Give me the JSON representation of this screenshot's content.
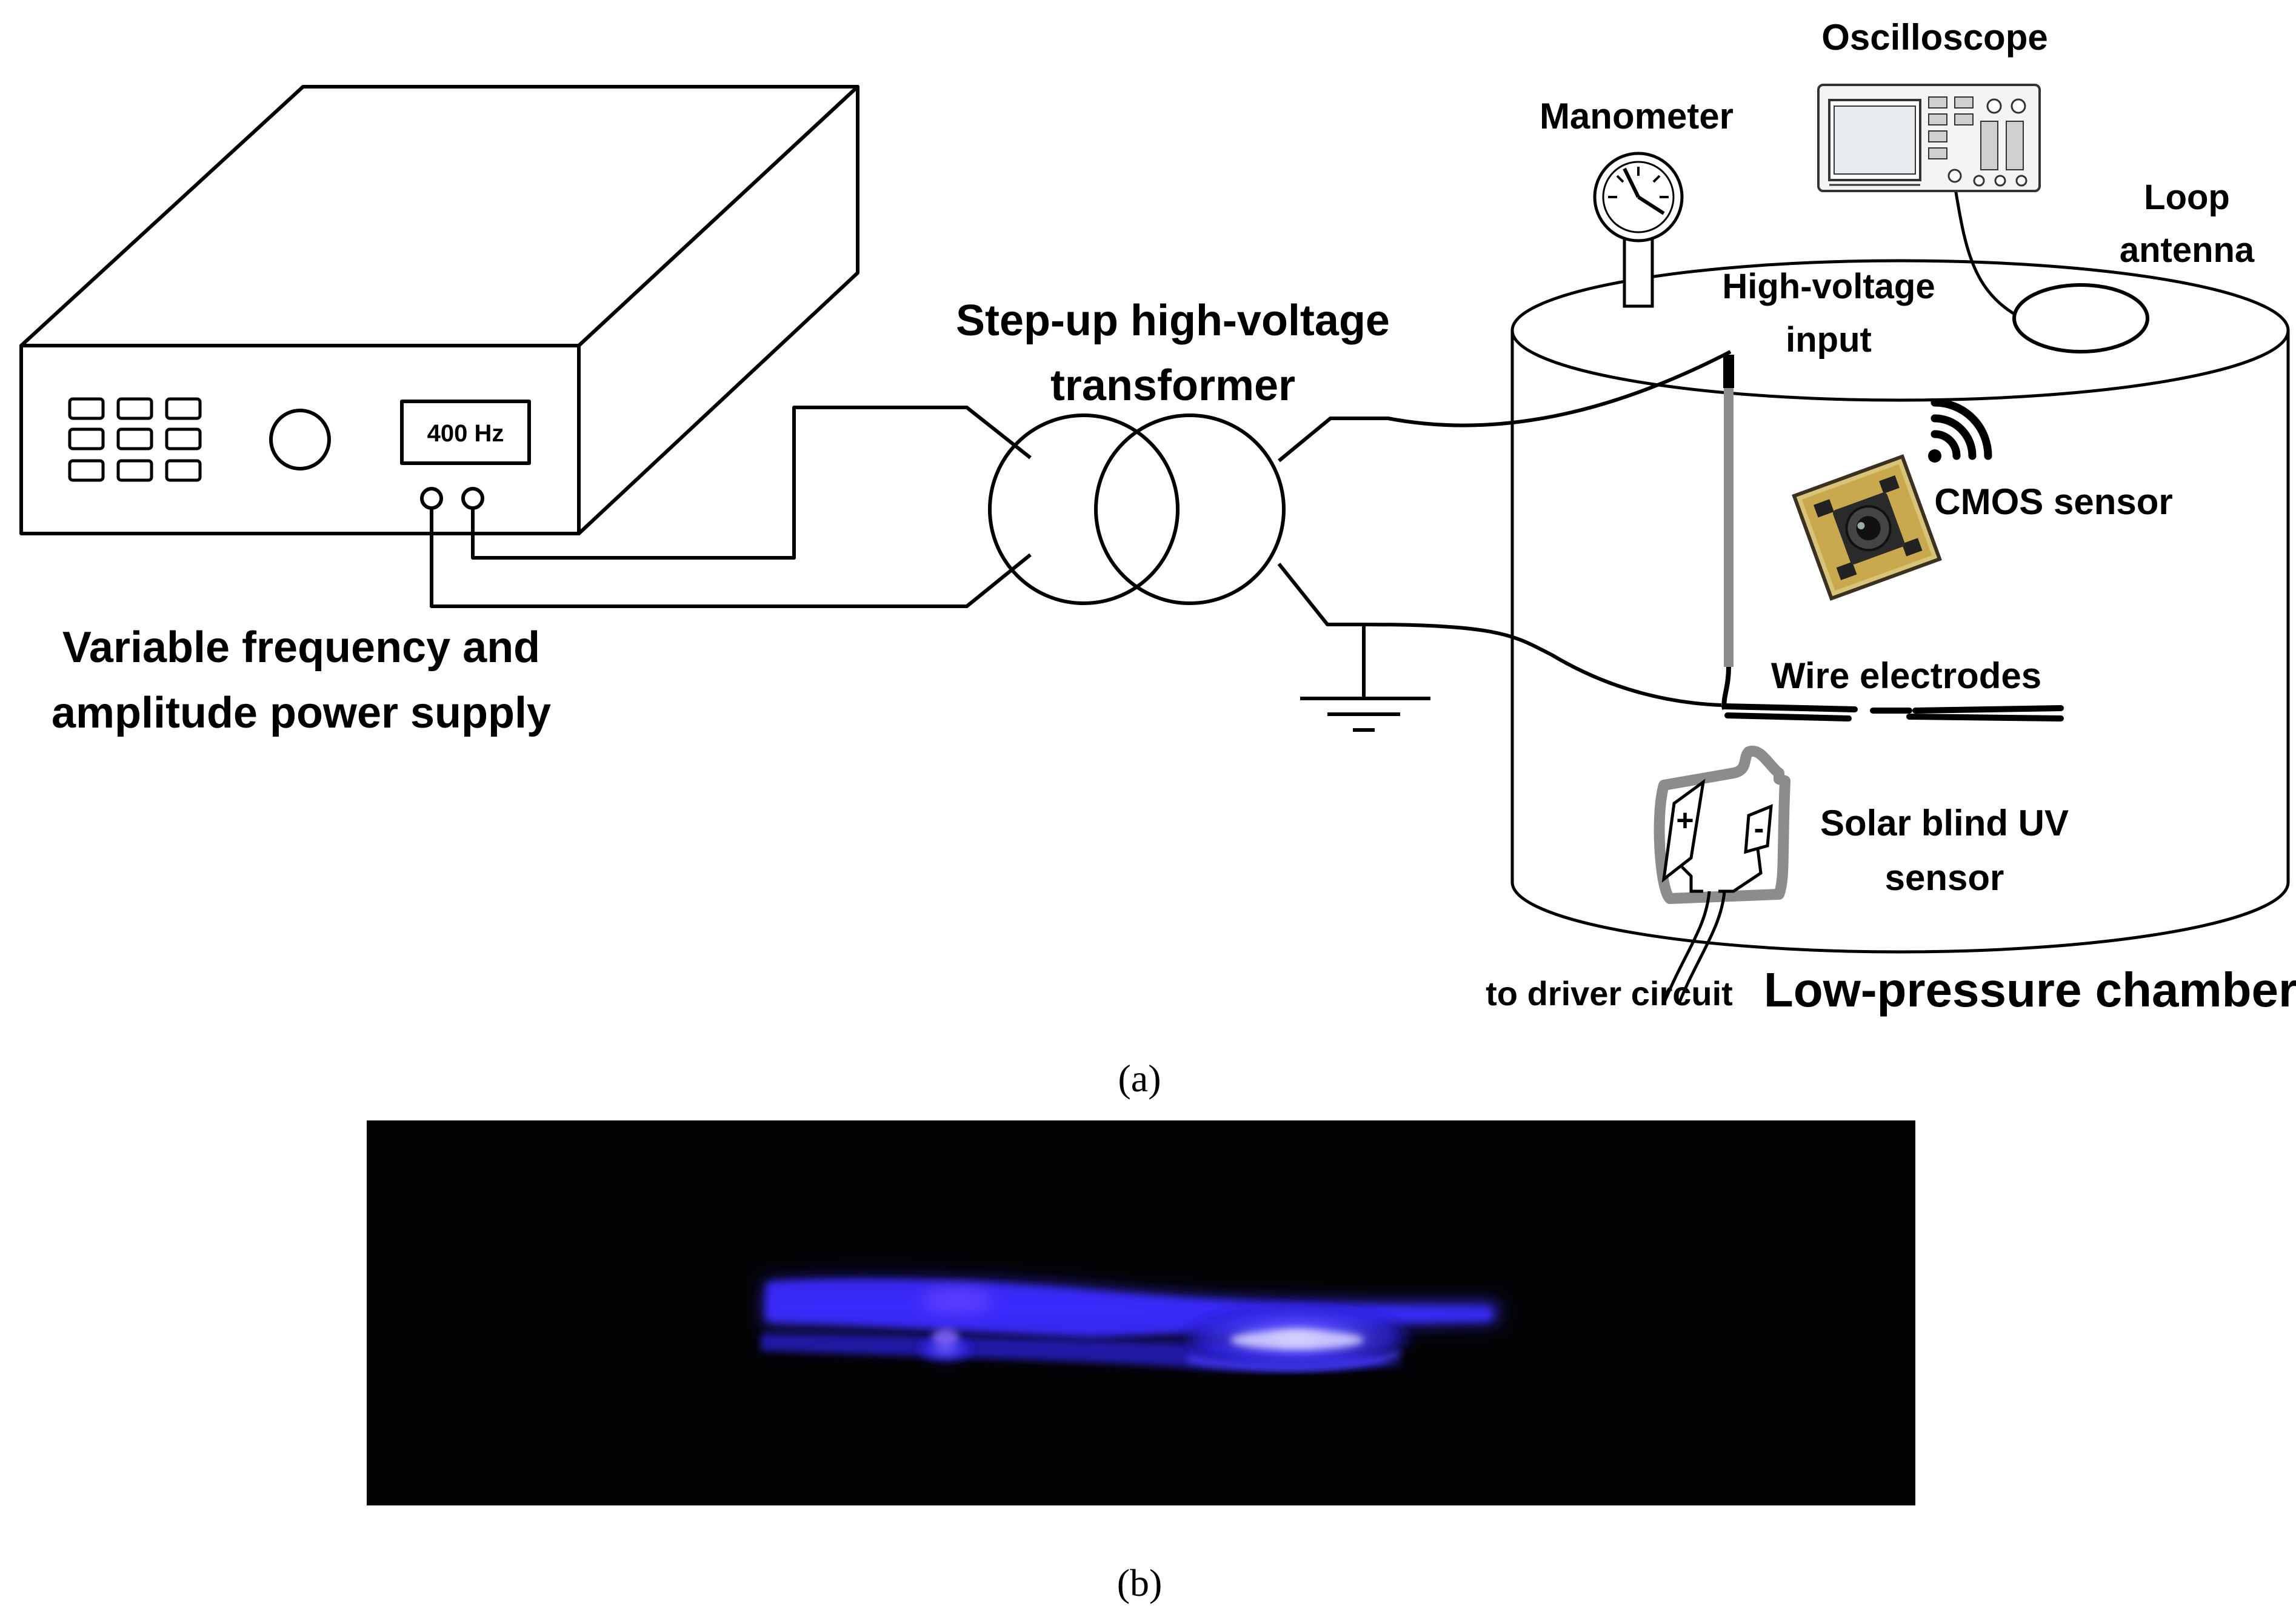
{
  "labels": {
    "power_supply_line1": "Variable frequency and",
    "power_supply_line2": "amplitude power supply",
    "display_readout": "400 Hz",
    "transformer_line1": "Step-up high-voltage",
    "transformer_line2": "transformer",
    "manometer": "Manometer",
    "oscilloscope": "Oscilloscope",
    "loop_antenna_line1": "Loop",
    "loop_antenna_line2": "antenna",
    "hv_input_line1": "High-voltage",
    "hv_input_line2": "input",
    "cmos_sensor": "CMOS sensor",
    "wire_electrodes": "Wire electrodes",
    "uv_sensor_line1": "Solar blind UV",
    "uv_sensor_line2": "sensor",
    "uv_plus": "+",
    "uv_minus": "-",
    "driver_circuit": "to driver circuit",
    "chamber": "Low-pressure chamber",
    "caption_a": "(a)",
    "caption_b": "(b)"
  },
  "colors": {
    "line": "#000000",
    "background": "#ffffff",
    "photo_background": "#030306",
    "discharge_glow": "#3a2cff",
    "discharge_core": "#c9c4ff",
    "electrode_rod": "#8c8c8c",
    "cmos_board": "#d9c27a"
  },
  "icons": {
    "manometer": "pressure-gauge-icon",
    "oscilloscope": "oscilloscope-icon",
    "cmos": "camera-module-icon",
    "wireless": "wifi-signal-icon",
    "ground": "ground-symbol-icon"
  }
}
